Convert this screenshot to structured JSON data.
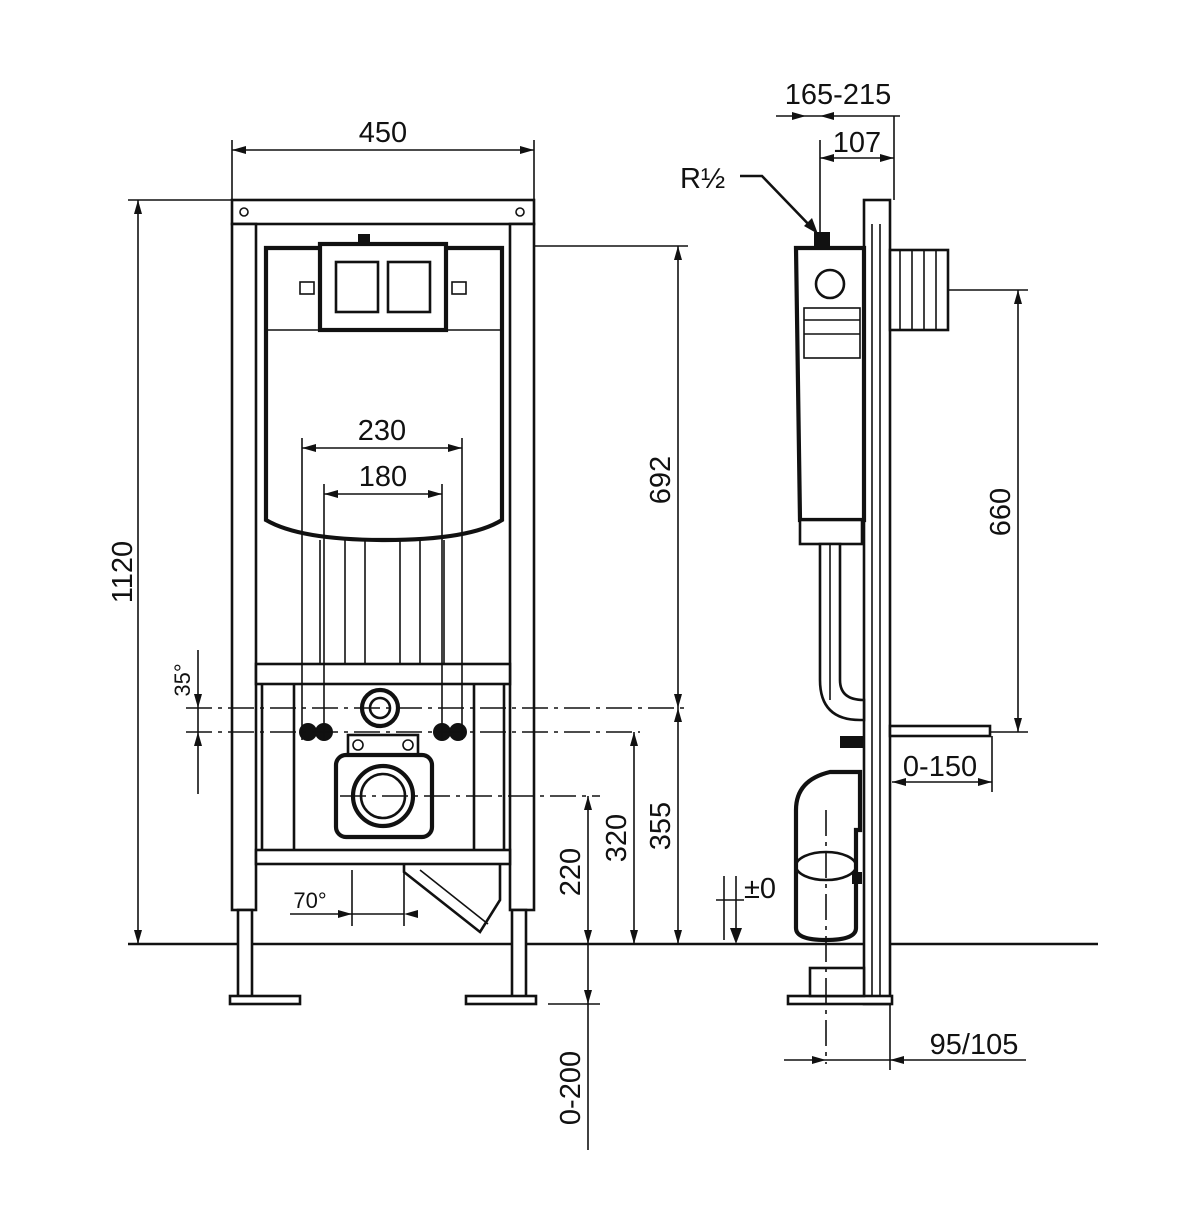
{
  "dimensions": {
    "frame_width": "450",
    "frame_height": "1120",
    "inlet_spacing_outer": "230",
    "inlet_spacing_inner": "180",
    "cistern_height": "692",
    "fixing_height_355": "355",
    "fixing_height_320": "320",
    "outlet_height": "220",
    "foot_adjustment": "0-200",
    "floor_level": "±0",
    "tilt_angle_35": "35°",
    "angle_70": "70°",
    "depth_range": "165-215",
    "depth_107": "107",
    "water_inlet": "R½",
    "side_height_660": "660",
    "wall_offset": "0-150",
    "outlet_offset": "95/105"
  }
}
